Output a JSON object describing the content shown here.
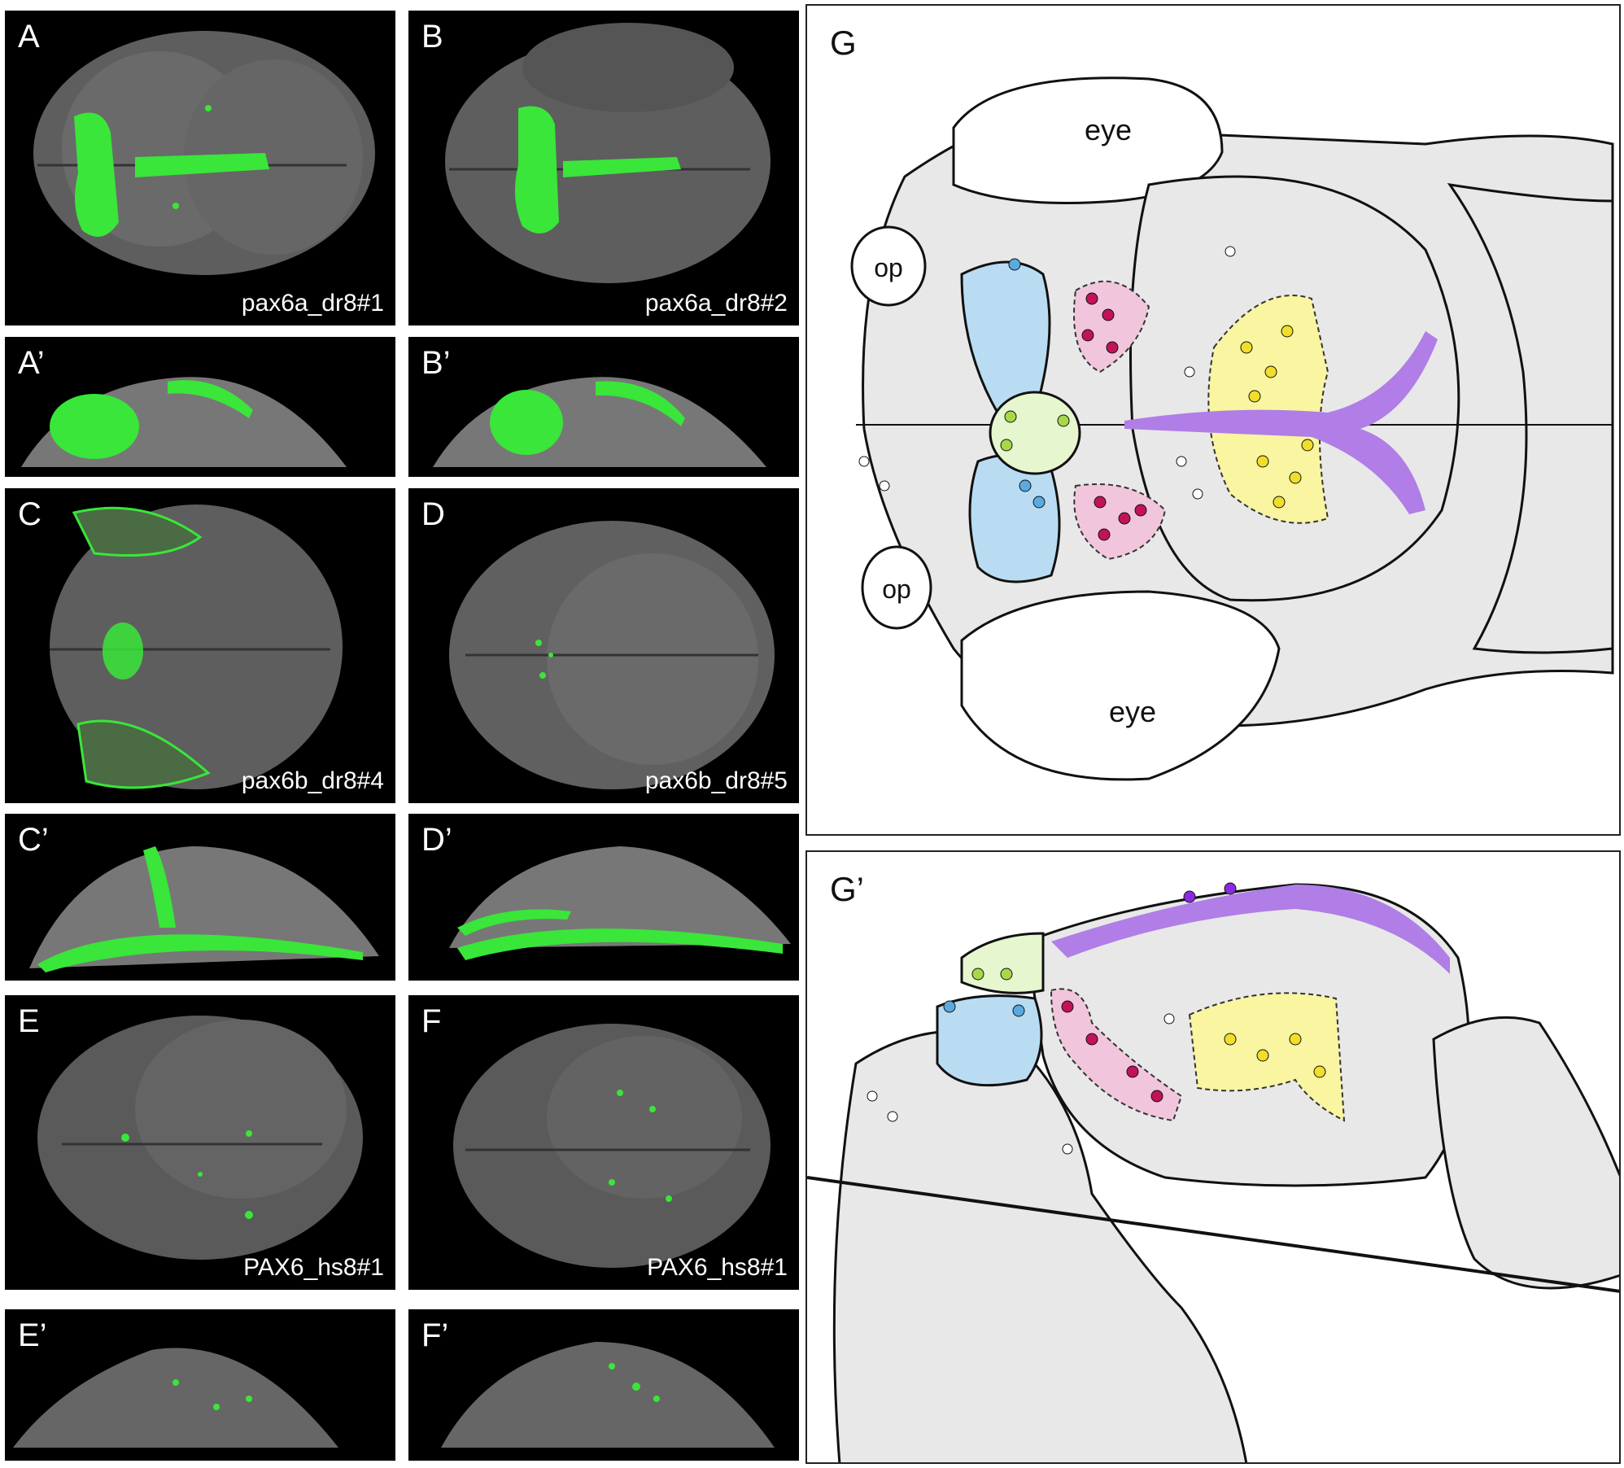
{
  "panels": {
    "A": {
      "label": "A",
      "caption": "pax6a_dr8#1"
    },
    "B": {
      "label": "B",
      "caption": "pax6a_dr8#2"
    },
    "A2": {
      "label": "A’"
    },
    "B2": {
      "label": "B’"
    },
    "C": {
      "label": "C",
      "caption": "pax6b_dr8#4"
    },
    "D": {
      "label": "D",
      "caption": "pax6b_dr8#5"
    },
    "C2": {
      "label": "C’"
    },
    "D2": {
      "label": "D’"
    },
    "E": {
      "label": "E",
      "caption": "PAX6_hs8#1"
    },
    "F": {
      "label": "F",
      "caption": "PAX6_hs8#1"
    },
    "E2": {
      "label": "E’"
    },
    "F2": {
      "label": "F’"
    }
  },
  "diagram": {
    "G": {
      "label": "G",
      "eye_top": "eye",
      "eye_bottom": "eye",
      "op_top": "op",
      "op_bottom": "op"
    },
    "G2": {
      "label": "G’"
    }
  },
  "colors": {
    "expression_green": "#39e639",
    "tissue_grey": "#e8e8e8",
    "region_blue": "#b9dcf2",
    "region_green": "#e6f6cf",
    "region_pink": "#f1c6dc",
    "region_yellow": "#f9f5a0",
    "region_purple": "#b07ee6",
    "dot_magenta": "#c0135a",
    "dot_yellow": "#f1de2a",
    "dot_blue": "#5aaae0",
    "dot_lime": "#a8d848",
    "dot_purple": "#8a2be2"
  }
}
